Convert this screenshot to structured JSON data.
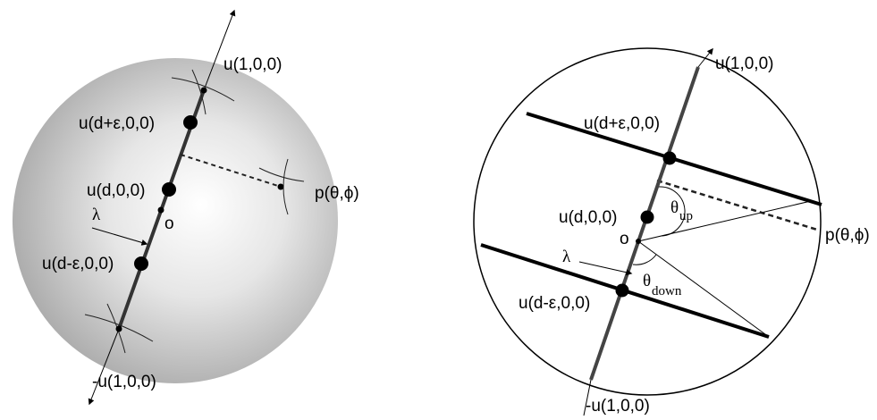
{
  "left_panel": {
    "labels": {
      "axis_top": "u(1,0,0)",
      "axis_bottom": "-u(1,0,0)",
      "point_plus": "u(d+ε,0,0)",
      "point_center": "u(d,0,0)",
      "point_minus": "u(d-ε,0,0)",
      "origin": "o",
      "lambda": "λ",
      "surface_point": "p(θ,ϕ)"
    },
    "colors": {
      "sphere_highlight": "#ffffff",
      "sphere_shadow": "#9a9a9a",
      "axis": "#333333"
    }
  },
  "right_panel": {
    "labels": {
      "axis_top": "u(1,0,0)",
      "axis_bottom": "-u(1,0,0)",
      "point_plus": "u(d+ε,0,0)",
      "point_center": "u(d,0,0)",
      "point_minus": "u(d-ε,0,0)",
      "origin": "o",
      "lambda": "λ",
      "surface_point": "p(θ,ϕ)",
      "theta_up": "θ",
      "theta_up_sub": "up",
      "theta_down": "θ",
      "theta_down_sub": "down"
    }
  }
}
